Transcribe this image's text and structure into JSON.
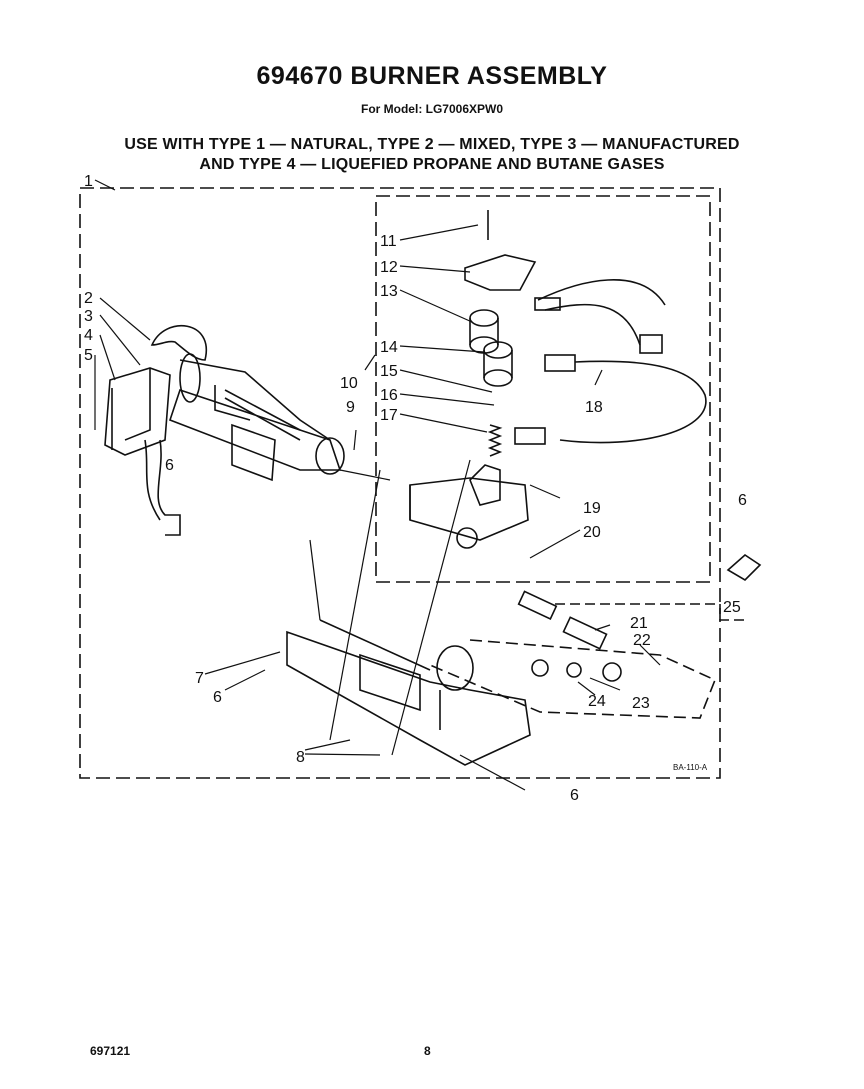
{
  "header": {
    "title": "694670 BURNER ASSEMBLY",
    "model": "For Model: LG7006XPW0",
    "usage_line1": "USE WITH TYPE 1 — NATURAL, TYPE 2 — MIXED, TYPE 3 — MANUFACTURED",
    "usage_line2": "AND TYPE 4 — LIQUEFIED PROPANE AND BUTANE GASES"
  },
  "diagram": {
    "callouts": [
      "1",
      "2",
      "3",
      "4",
      "5",
      "6",
      "6",
      "6",
      "6",
      "6",
      "7",
      "8",
      "9",
      "10",
      "11",
      "12",
      "13",
      "14",
      "15",
      "16",
      "17",
      "18",
      "19",
      "20",
      "21",
      "22",
      "23",
      "24",
      "25"
    ],
    "drawing_code": "BA-110-A"
  },
  "footer": {
    "doc_number": "697121",
    "page_number": "8"
  }
}
